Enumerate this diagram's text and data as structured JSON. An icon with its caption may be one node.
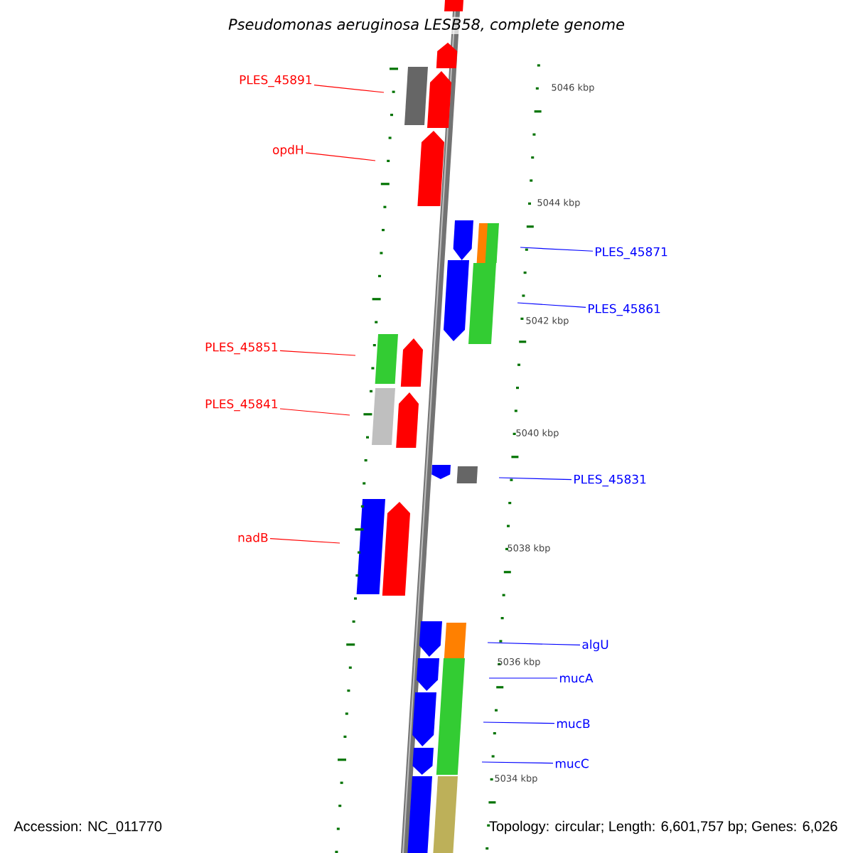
{
  "diagram": {
    "title": "Pseudomonas aeruginosa LESB58, complete genome",
    "nodes": [
      {
        "text": [
          "PLES_45891"
        ]
      },
      {
        "text": [
          "opdH"
        ]
      },
      {
        "text": [
          "PLES_45871"
        ]
      },
      {
        "text": [
          "PLES_45861"
        ]
      },
      {
        "text": [
          "PLES_45851"
        ]
      },
      {
        "text": [
          "PLES_45841"
        ]
      },
      {
        "text": [
          "PLES_45831"
        ]
      },
      {
        "text": [
          "nadB"
        ]
      },
      {
        "text": [
          "algU"
        ]
      },
      {
        "text": [
          "mucA"
        ]
      },
      {
        "text": [
          "mucB"
        ]
      },
      {
        "text": [
          "mucC"
        ]
      }
    ],
    "edges": [
      {
        "from": 0,
        "to": null,
        "arrow": "none",
        "color": "#ff0000"
      },
      {
        "from": 1,
        "to": null,
        "arrow": "none",
        "color": "#ff0000"
      },
      {
        "from": 2,
        "to": null,
        "arrow": "none"
      },
      {
        "from": 3,
        "to": null,
        "arrow": "none"
      },
      {
        "from": 4,
        "to": null,
        "arrow": "none",
        "color": "#ff0000"
      },
      {
        "from": 5,
        "to": null,
        "arrow": "none",
        "color": "#ff0000"
      },
      {
        "from": 6,
        "to": null,
        "arrow": "none"
      },
      {
        "from": 7,
        "to": null,
        "arrow": "none",
        "color": "#ff0000"
      },
      {
        "from": 8,
        "to": null,
        "arrow": "none"
      },
      {
        "from": 9,
        "to": null,
        "arrow": "none"
      },
      {
        "from": 10,
        "to": null,
        "arrow": "none"
      },
      {
        "from": 11,
        "to": null,
        "arrow": "none"
      }
    ],
    "labels": [
      "5046 kbp",
      "5044 kbp",
      "5042 kbp",
      "5040 kbp",
      "5038 kbp",
      "5036 kbp",
      "5034 kbp",
      "Accession: NC_011770",
      "Topology: circular; Length: 6,601,757 bp; Genes: 6,026"
    ]
  }
}
